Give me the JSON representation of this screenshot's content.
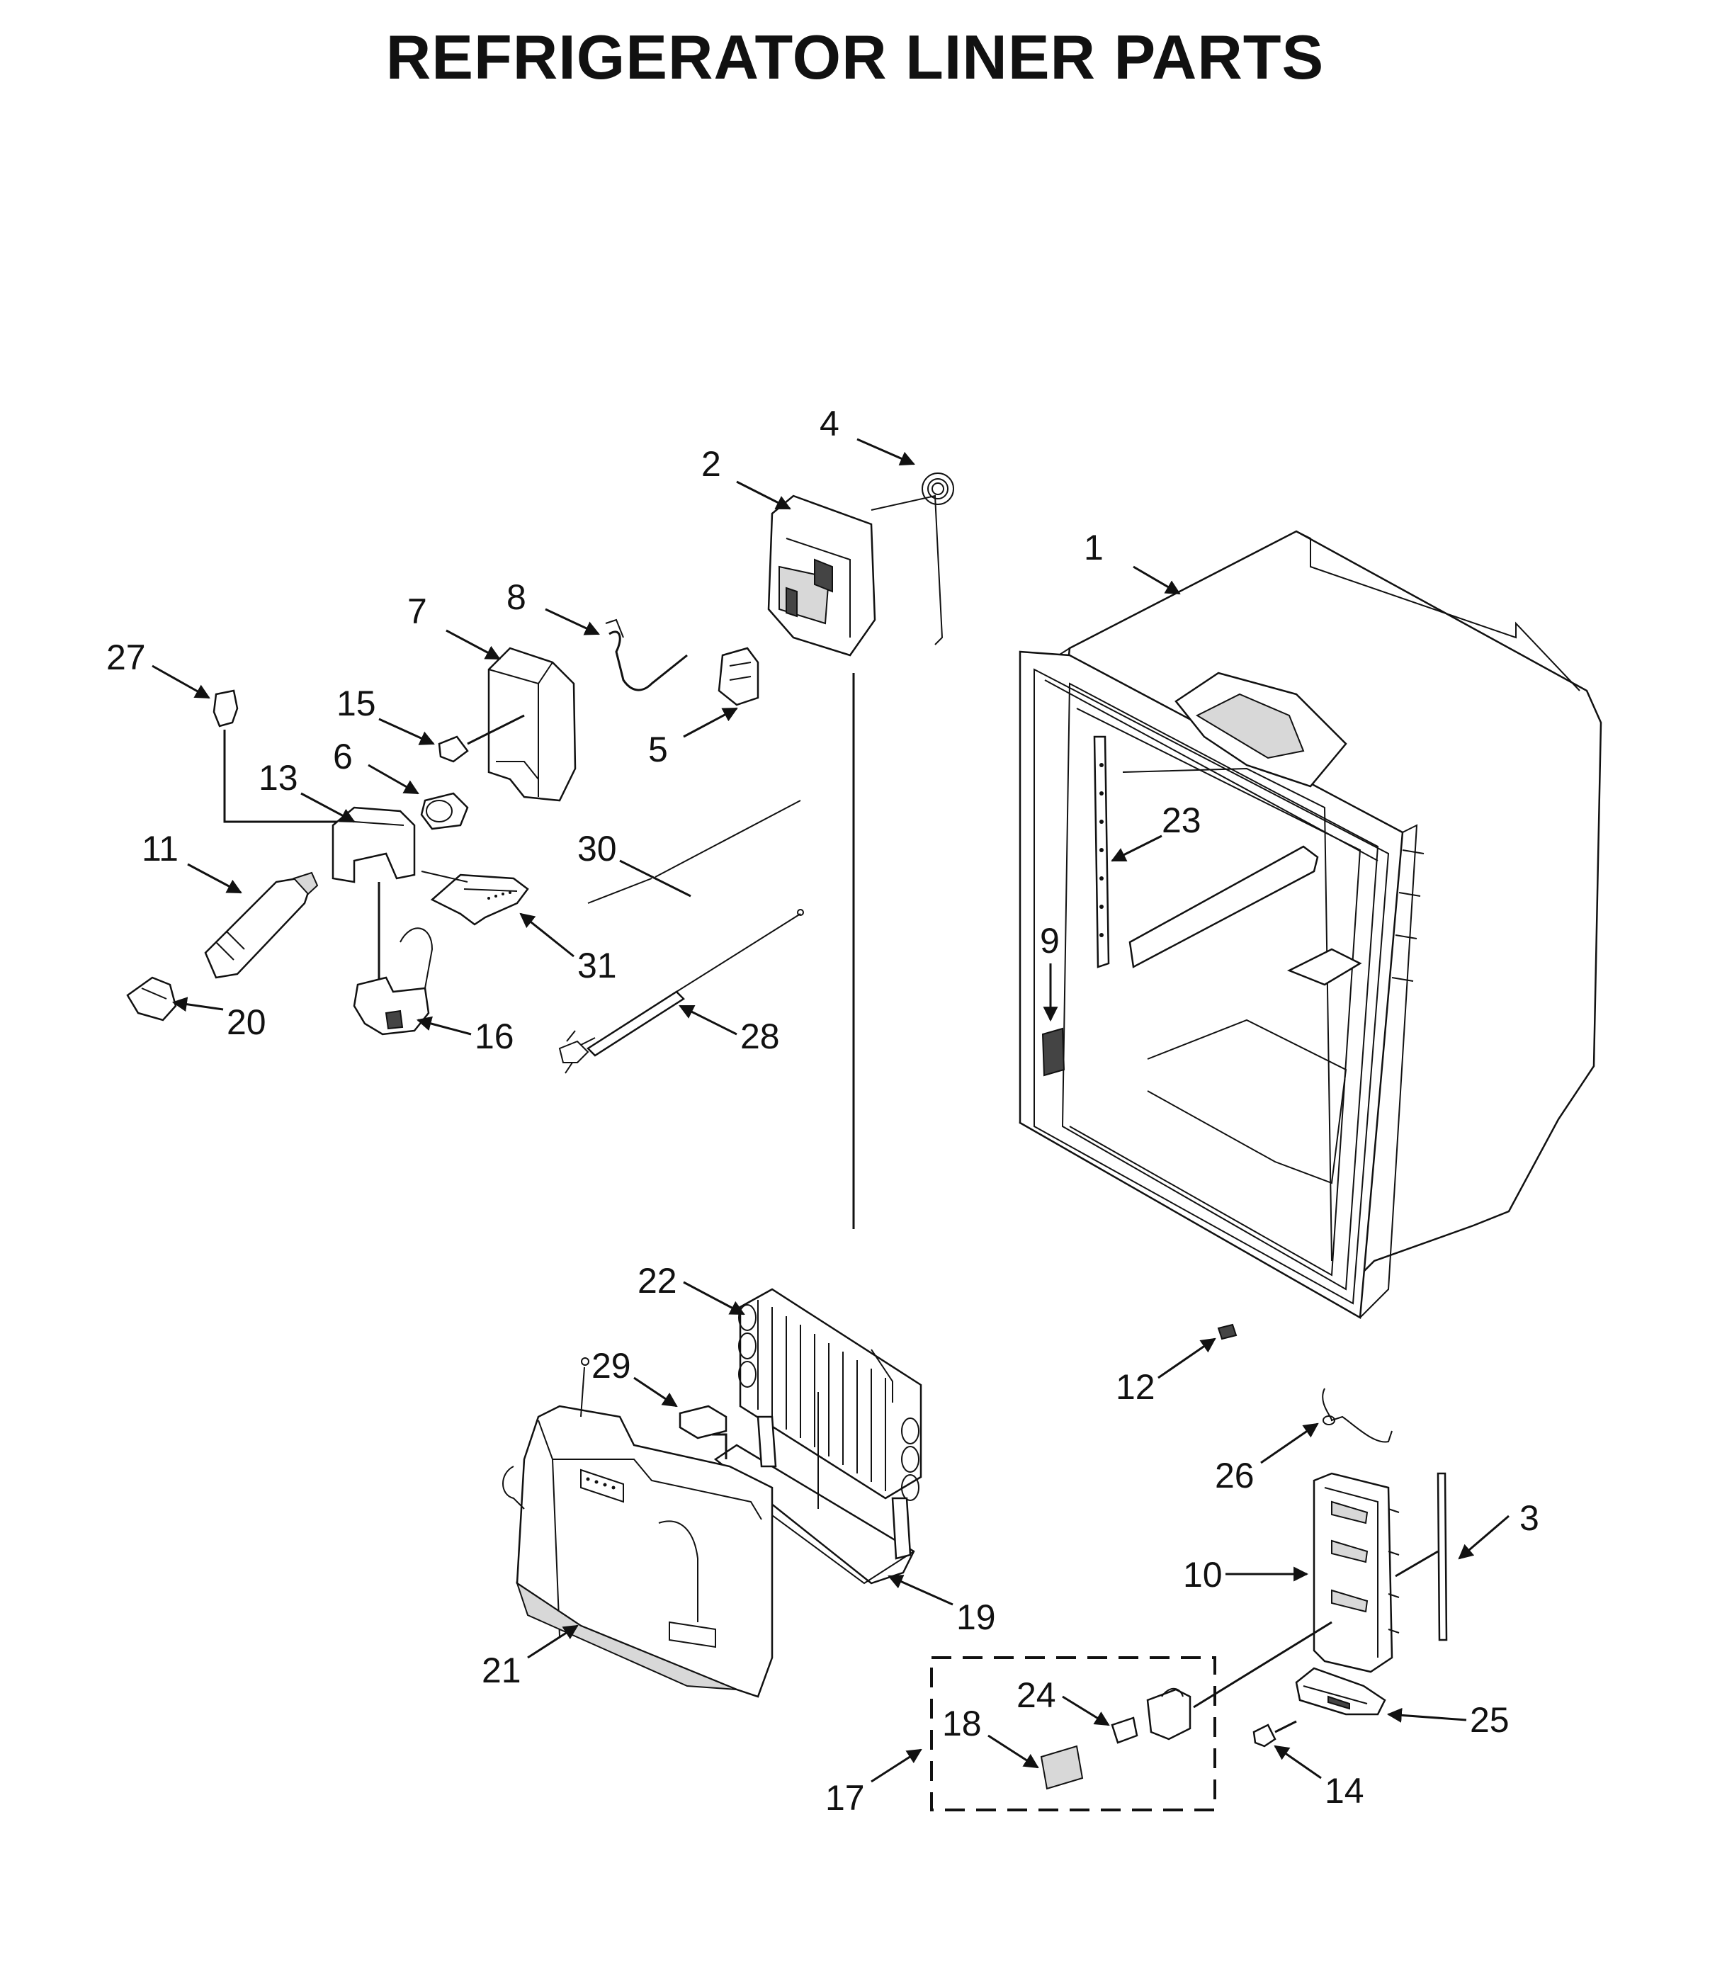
{
  "title": "REFRIGERATOR LINER PARTS",
  "callouts": [
    {
      "id": "1",
      "label": "1"
    },
    {
      "id": "2",
      "label": "2"
    },
    {
      "id": "3",
      "label": "3"
    },
    {
      "id": "4",
      "label": "4"
    },
    {
      "id": "5",
      "label": "5"
    },
    {
      "id": "6",
      "label": "6"
    },
    {
      "id": "7",
      "label": "7"
    },
    {
      "id": "8",
      "label": "8"
    },
    {
      "id": "9",
      "label": "9"
    },
    {
      "id": "10",
      "label": "10"
    },
    {
      "id": "11",
      "label": "11"
    },
    {
      "id": "12",
      "label": "12"
    },
    {
      "id": "13",
      "label": "13"
    },
    {
      "id": "14",
      "label": "14"
    },
    {
      "id": "15",
      "label": "15"
    },
    {
      "id": "16",
      "label": "16"
    },
    {
      "id": "17",
      "label": "17"
    },
    {
      "id": "18",
      "label": "18"
    },
    {
      "id": "19",
      "label": "19"
    },
    {
      "id": "20",
      "label": "20"
    },
    {
      "id": "21",
      "label": "21"
    },
    {
      "id": "22",
      "label": "22"
    },
    {
      "id": "23",
      "label": "23"
    },
    {
      "id": "24",
      "label": "24"
    },
    {
      "id": "25",
      "label": "25"
    },
    {
      "id": "26",
      "label": "26"
    },
    {
      "id": "27",
      "label": "27"
    },
    {
      "id": "28",
      "label": "28"
    },
    {
      "id": "29",
      "label": "29"
    },
    {
      "id": "30",
      "label": "30"
    },
    {
      "id": "31",
      "label": "31"
    }
  ]
}
